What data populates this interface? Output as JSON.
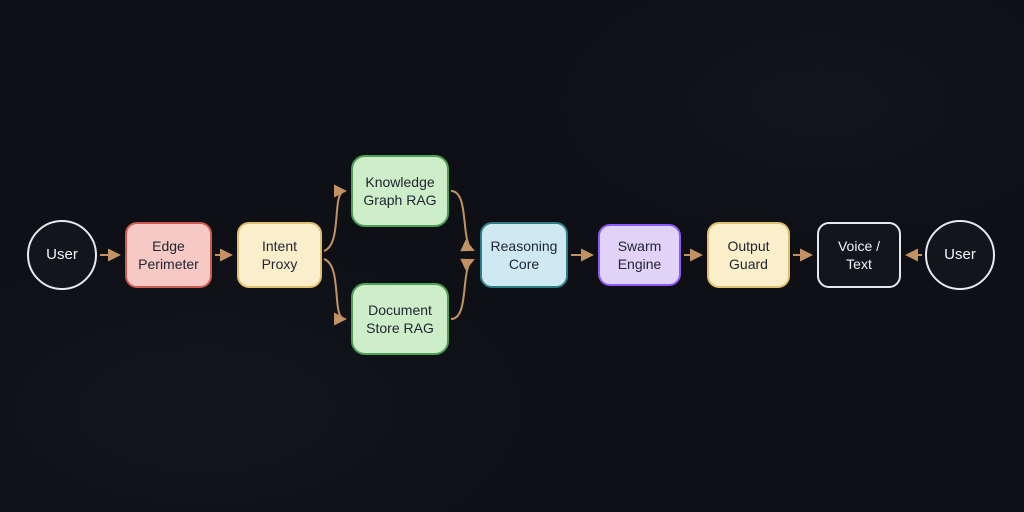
{
  "diagram": {
    "title": "",
    "nodes": {
      "user_left": {
        "label": "User"
      },
      "edge_perimeter": {
        "label": "Edge Perimeter"
      },
      "intent_proxy": {
        "label": "Intent Proxy"
      },
      "knowledge_graph_rag": {
        "label": "Knowledge Graph RAG"
      },
      "document_store_rag": {
        "label": "Document Store RAG"
      },
      "reasoning_core": {
        "label": "Reasoning Core"
      },
      "swarm_engine": {
        "label": "Swarm Engine"
      },
      "output_guard": {
        "label": "Output Guard"
      },
      "voice_text": {
        "label": "Voice / Text"
      },
      "user_right": {
        "label": "User"
      }
    },
    "edges": [
      {
        "from": "user_left",
        "to": "edge_perimeter"
      },
      {
        "from": "edge_perimeter",
        "to": "intent_proxy"
      },
      {
        "from": "intent_proxy",
        "to": "knowledge_graph_rag"
      },
      {
        "from": "intent_proxy",
        "to": "document_store_rag"
      },
      {
        "from": "knowledge_graph_rag",
        "to": "reasoning_core"
      },
      {
        "from": "document_store_rag",
        "to": "reasoning_core"
      },
      {
        "from": "reasoning_core",
        "to": "swarm_engine"
      },
      {
        "from": "swarm_engine",
        "to": "output_guard"
      },
      {
        "from": "output_guard",
        "to": "voice_text"
      },
      {
        "from": "user_right",
        "to": "voice_text"
      }
    ],
    "colors": {
      "background": "#0e1016",
      "edge": "#c29263",
      "red_fill": "#f6c9c4",
      "red_border": "#cd5a50",
      "yellow_fill": "#fbeecb",
      "yellow_border": "#dfc06e",
      "green_fill": "#cdeec8",
      "green_border": "#4e9e55",
      "blue_fill": "#cfe9f2",
      "blue_border": "#2f7d84",
      "purple_fill": "#e0d3f7",
      "purple_border": "#8b5cf6",
      "dark_fill": "#13151c",
      "light_border": "#e7e8ec"
    }
  }
}
